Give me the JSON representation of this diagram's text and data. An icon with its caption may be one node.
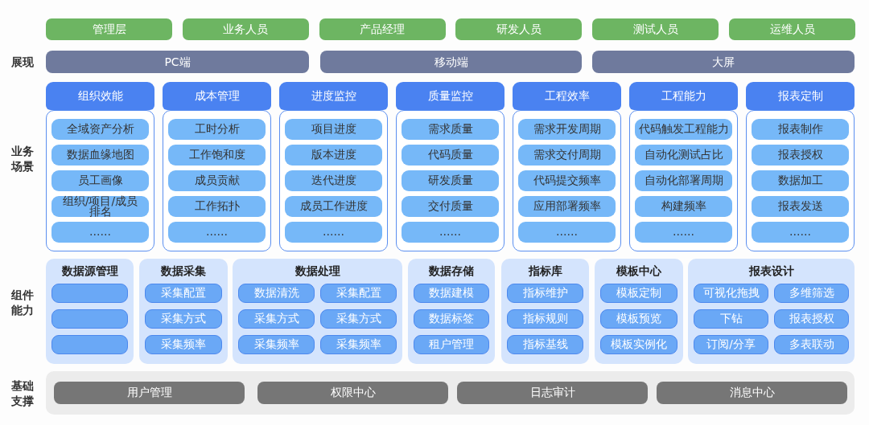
{
  "diagram": {
    "nodes": [
      {
        "text": [
          "管理层"
        ]
      },
      {
        "text": [
          "业务人员"
        ]
      },
      {
        "text": [
          "产品经理"
        ]
      },
      {
        "text": [
          "研发人员"
        ]
      },
      {
        "text": [
          "测试人员"
        ]
      },
      {
        "text": [
          "运维人员"
        ]
      },
      {
        "text": [
          "PC端"
        ]
      },
      {
        "text": [
          "移动端"
        ]
      },
      {
        "text": [
          "大屏"
        ]
      },
      {
        "text": [
          "组织效能"
        ]
      },
      {
        "text": [
          "全域资产分析"
        ],
        "in": 9
      },
      {
        "text": [
          "数据血缘地图"
        ],
        "in": 9
      },
      {
        "text": [
          "员工画像"
        ],
        "in": 9
      },
      {
        "text": [
          "组织/项目/成员排名"
        ],
        "in": 9
      },
      {
        "text": [
          "……"
        ],
        "in": 9
      },
      {
        "text": [
          "成本管理"
        ]
      },
      {
        "text": [
          "工时分析"
        ],
        "in": 15
      },
      {
        "text": [
          "工作饱和度"
        ],
        "in": 15
      },
      {
        "text": [
          "成员贡献"
        ],
        "in": 15
      },
      {
        "text": [
          "工作拓扑"
        ],
        "in": 15
      },
      {
        "text": [
          "……"
        ],
        "in": 15
      },
      {
        "text": [
          "进度监控"
        ]
      },
      {
        "text": [
          "项目进度"
        ],
        "in": 21
      },
      {
        "text": [
          "版本进度"
        ],
        "in": 21
      },
      {
        "text": [
          "迭代进度"
        ],
        "in": 21
      },
      {
        "text": [
          "成员工作进度"
        ],
        "in": 21
      },
      {
        "text": [
          "……"
        ],
        "in": 21
      },
      {
        "text": [
          "质量监控"
        ]
      },
      {
        "text": [
          "需求质量"
        ],
        "in": 27
      },
      {
        "text": [
          "代码质量"
        ],
        "in": 27
      },
      {
        "text": [
          "研发质量"
        ],
        "in": 27
      },
      {
        "text": [
          "交付质量"
        ],
        "in": 27
      },
      {
        "text": [
          "……"
        ],
        "in": 27
      },
      {
        "text": [
          "工程效率"
        ]
      },
      {
        "text": [
          "需求开发周期"
        ],
        "in": 33
      },
      {
        "text": [
          "需求交付周期"
        ],
        "in": 33
      },
      {
        "text": [
          "代码提交频率"
        ],
        "in": 33
      },
      {
        "text": [
          "应用部署频率"
        ],
        "in": 33
      },
      {
        "text": [
          "……"
        ],
        "in": 33
      },
      {
        "text": [
          "工程能力"
        ]
      },
      {
        "text": [
          "代码触发工程能力"
        ],
        "in": 39
      },
      {
        "text": [
          "自动化测试占比"
        ],
        "in": 39
      },
      {
        "text": [
          "自动化部署周期"
        ],
        "in": 39
      },
      {
        "text": [
          "构建频率"
        ],
        "in": 39
      },
      {
        "text": [
          "……"
        ],
        "in": 39
      },
      {
        "text": [
          "报表定制"
        ]
      },
      {
        "text": [
          "报表制作"
        ],
        "in": 45
      },
      {
        "text": [
          "报表授权"
        ],
        "in": 45
      },
      {
        "text": [
          "数据加工"
        ],
        "in": 45
      },
      {
        "text": [
          "报表发送"
        ],
        "in": 45
      },
      {
        "text": [
          "……"
        ],
        "in": 45
      },
      {
        "text": [
          "数据源管理"
        ]
      },
      {
        "text": [],
        "shape": "box",
        "in": 51
      },
      {
        "text": [],
        "shape": "box",
        "in": 51
      },
      {
        "text": [],
        "shape": "box",
        "in": 51
      },
      {
        "text": [
          "数据采集"
        ]
      },
      {
        "text": [
          "采集配置"
        ],
        "in": 55
      },
      {
        "text": [
          "采集方式"
        ],
        "in": 55
      },
      {
        "text": [
          "采集频率"
        ],
        "in": 55
      },
      {
        "text": [
          "数据处理"
        ]
      },
      {
        "text": [
          "数据清洗"
        ],
        "in": 59
      },
      {
        "text": [
          "采集配置"
        ],
        "in": 59
      },
      {
        "text": [
          "采集方式"
        ],
        "in": 59
      },
      {
        "text": [
          "采集方式"
        ],
        "in": 59
      },
      {
        "text": [
          "采集频率"
        ],
        "in": 59
      },
      {
        "text": [
          "采集频率"
        ],
        "in": 59
      },
      {
        "text": [
          "数据存储"
        ]
      },
      {
        "text": [
          "数据建模"
        ],
        "in": 66
      },
      {
        "text": [
          "数据标签"
        ],
        "in": 66
      },
      {
        "text": [
          "租户管理"
        ],
        "in": 66
      },
      {
        "text": [
          "指标库"
        ]
      },
      {
        "text": [
          "指标维护"
        ],
        "in": 70
      },
      {
        "text": [
          "指标规则"
        ],
        "in": 70
      },
      {
        "text": [
          "指标基线"
        ],
        "in": 70
      },
      {
        "text": [
          "模板中心"
        ]
      },
      {
        "text": [
          "模板定制"
        ],
        "in": 74
      },
      {
        "text": [
          "模板预览"
        ],
        "in": 74
      },
      {
        "text": [
          "模板实例化"
        ],
        "in": 74
      },
      {
        "text": [
          "报表设计"
        ]
      },
      {
        "text": [
          "可视化拖拽"
        ],
        "in": 78
      },
      {
        "text": [
          "多维筛选"
        ],
        "in": 78
      },
      {
        "text": [
          "下钻"
        ],
        "in": 78
      },
      {
        "text": [
          "报表授权"
        ],
        "in": 78
      },
      {
        "text": [
          "订阅/分享"
        ],
        "in": 78
      },
      {
        "text": [
          "多表联动"
        ],
        "in": 78
      },
      {
        "text": [],
        "shape": "box"
      },
      {
        "text": [
          "用户管理"
        ],
        "in": 85
      },
      {
        "text": [
          "权限中心"
        ],
        "in": 85
      },
      {
        "text": [
          "日志审计"
        ],
        "in": 85
      },
      {
        "text": [
          "消息中心"
        ],
        "in": 85
      }
    ],
    "labels": [
      "展现",
      "业务场景",
      "组件能力",
      "基础支撑"
    ]
  }
}
